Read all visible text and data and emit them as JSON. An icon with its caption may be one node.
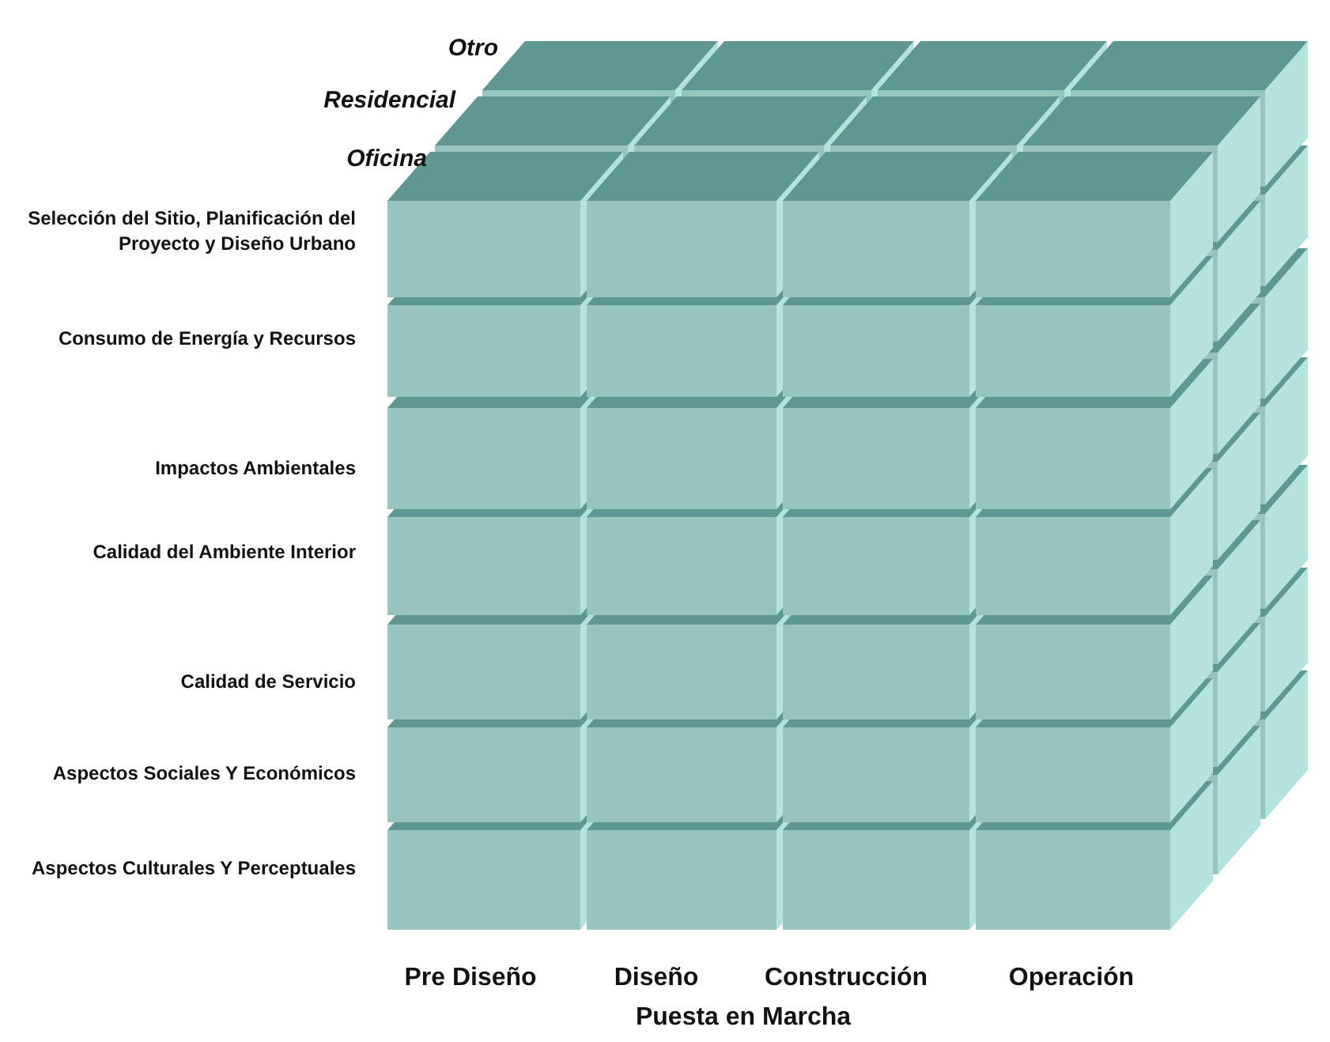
{
  "diagram": {
    "labels": [
      "Otro",
      "Residencial",
      "Oficina",
      "Selección del Sitio, Planificación del Proyecto y Diseño Urbano",
      "Consumo de Energía y Recursos",
      "Impactos Ambientales",
      "Calidad del Ambiente Interior",
      "Calidad de Servicio",
      "Aspectos Sociales Y Económicos",
      "Aspectos Culturales Y Perceptuales",
      "Pre Diseño",
      "Diseño",
      "Construcción",
      "Operación",
      "Puesta en Marcha"
    ]
  }
}
